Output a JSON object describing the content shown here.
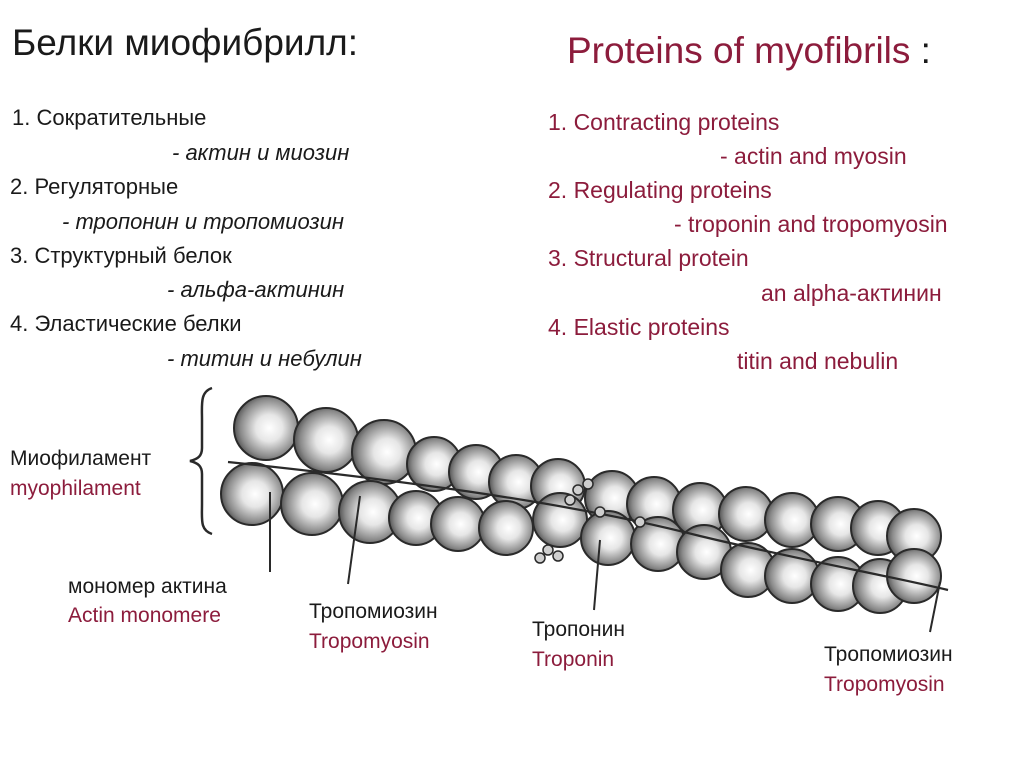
{
  "title": {
    "ru": "Белки миофибрилл:",
    "en": "Proteins of myofibrils",
    "en_colon": ":"
  },
  "list_ru": [
    {
      "heading": "1. Сократительные",
      "detail": "- актин и миозин"
    },
    {
      "heading": "2. Регуляторные",
      "detail": "- тропонин и тропомиозин"
    },
    {
      "heading": "3. Структурный белок",
      "detail": "- альфа-актинин"
    },
    {
      "heading": "4. Эластические белки",
      "detail": "- титин и небулин"
    }
  ],
  "list_en": [
    {
      "heading": "1.  Contracting proteins",
      "detail": "- actin and myosin"
    },
    {
      "heading": "2. Regulating proteins",
      "detail": "- troponin and tropomyosin"
    },
    {
      "heading": "3. Structural protein",
      "detail": "an alpha-актинин"
    },
    {
      "heading": "4. Elastic proteins",
      "detail": "titin and nebulin"
    }
  ],
  "labels": {
    "myofilament": {
      "ru": "Миофиламент",
      "en": "myophilament"
    },
    "actin_monomer": {
      "ru": "мономер актина",
      "en": "Actin monomere"
    },
    "tropomyosin_1": {
      "ru": "Тропомиозин",
      "en": "Tropomyosin"
    },
    "troponin": {
      "ru": "Тропонин",
      "en": "Troponin"
    },
    "tropomyosin_2": {
      "ru": "Тропомиозин",
      "en": "Tropomyosin"
    }
  },
  "colors": {
    "text": "#1a1a1a",
    "accent": "#8c1c3c",
    "sketch": "#2a2a2a"
  }
}
